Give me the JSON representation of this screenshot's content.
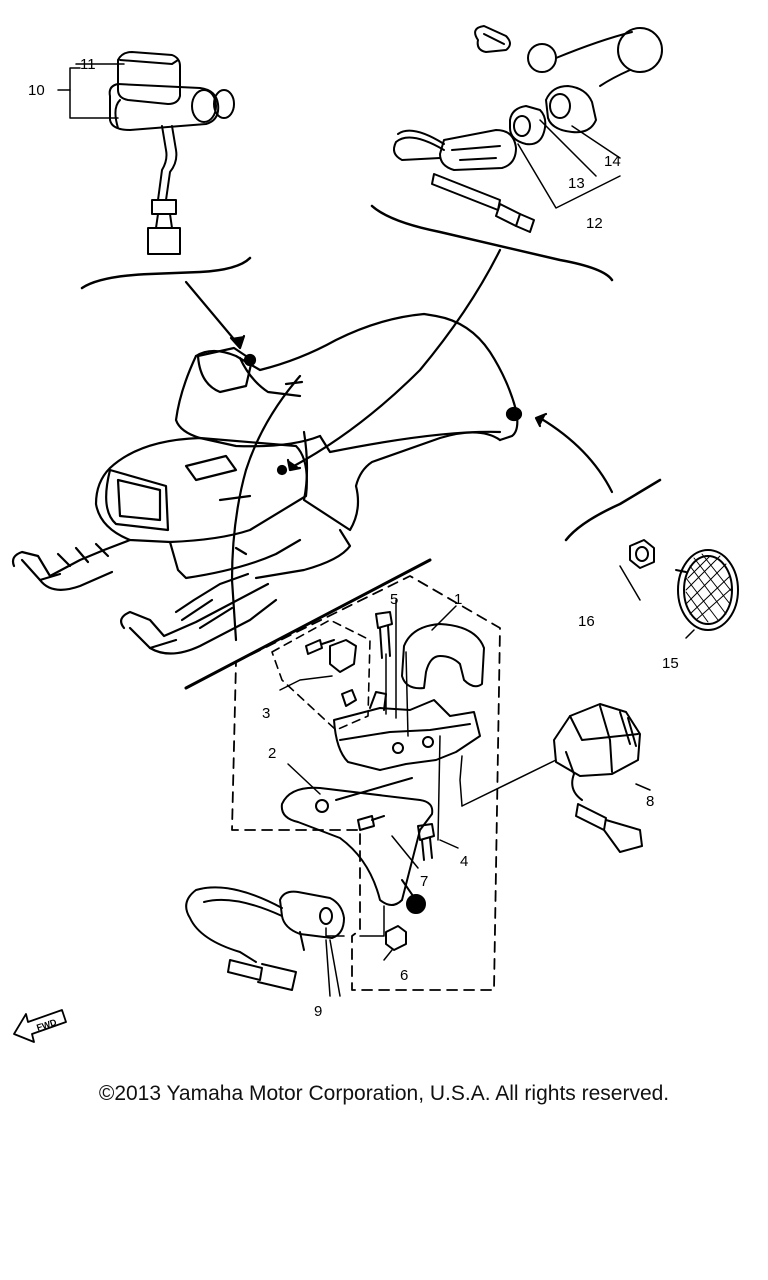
{
  "callouts": {
    "c1": "1",
    "c2": "2",
    "c3": "3",
    "c4": "4",
    "c5": "5",
    "c6": "6",
    "c7": "7",
    "c8": "8",
    "c9": "9",
    "c10": "10",
    "c11": "11",
    "c12": "12",
    "c13": "13",
    "c14": "14",
    "c15": "15",
    "c16": "16"
  },
  "fwd_label": "FWD",
  "copyright": "©2013 Yamaha Motor Corporation, U.S.A. All rights reserved.",
  "colors": {
    "ink": "#000000",
    "background": "#ffffff"
  }
}
